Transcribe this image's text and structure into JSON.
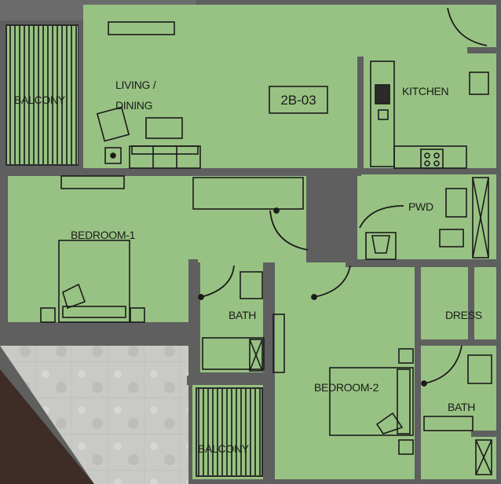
{
  "plan": {
    "unit_code": "2B-03",
    "rooms": {
      "living_line1": "LIVING /",
      "living_line2": "DINING",
      "kitchen": "KITCHEN",
      "balcony_main": "BALCONY",
      "bedroom1": "BEDROOM-1",
      "bedroom2": "BEDROOM-2",
      "bath1": "BATH",
      "bath2": "BATH",
      "pwd": "PWD",
      "dress": "DRESS",
      "balcony_small": "BALCONY"
    },
    "colors": {
      "floor": "#98c283",
      "wall": "#5f5f5f",
      "line": "#2b2b2b",
      "terrace": "#c9c9c6",
      "ground": "#3e2c27"
    }
  }
}
